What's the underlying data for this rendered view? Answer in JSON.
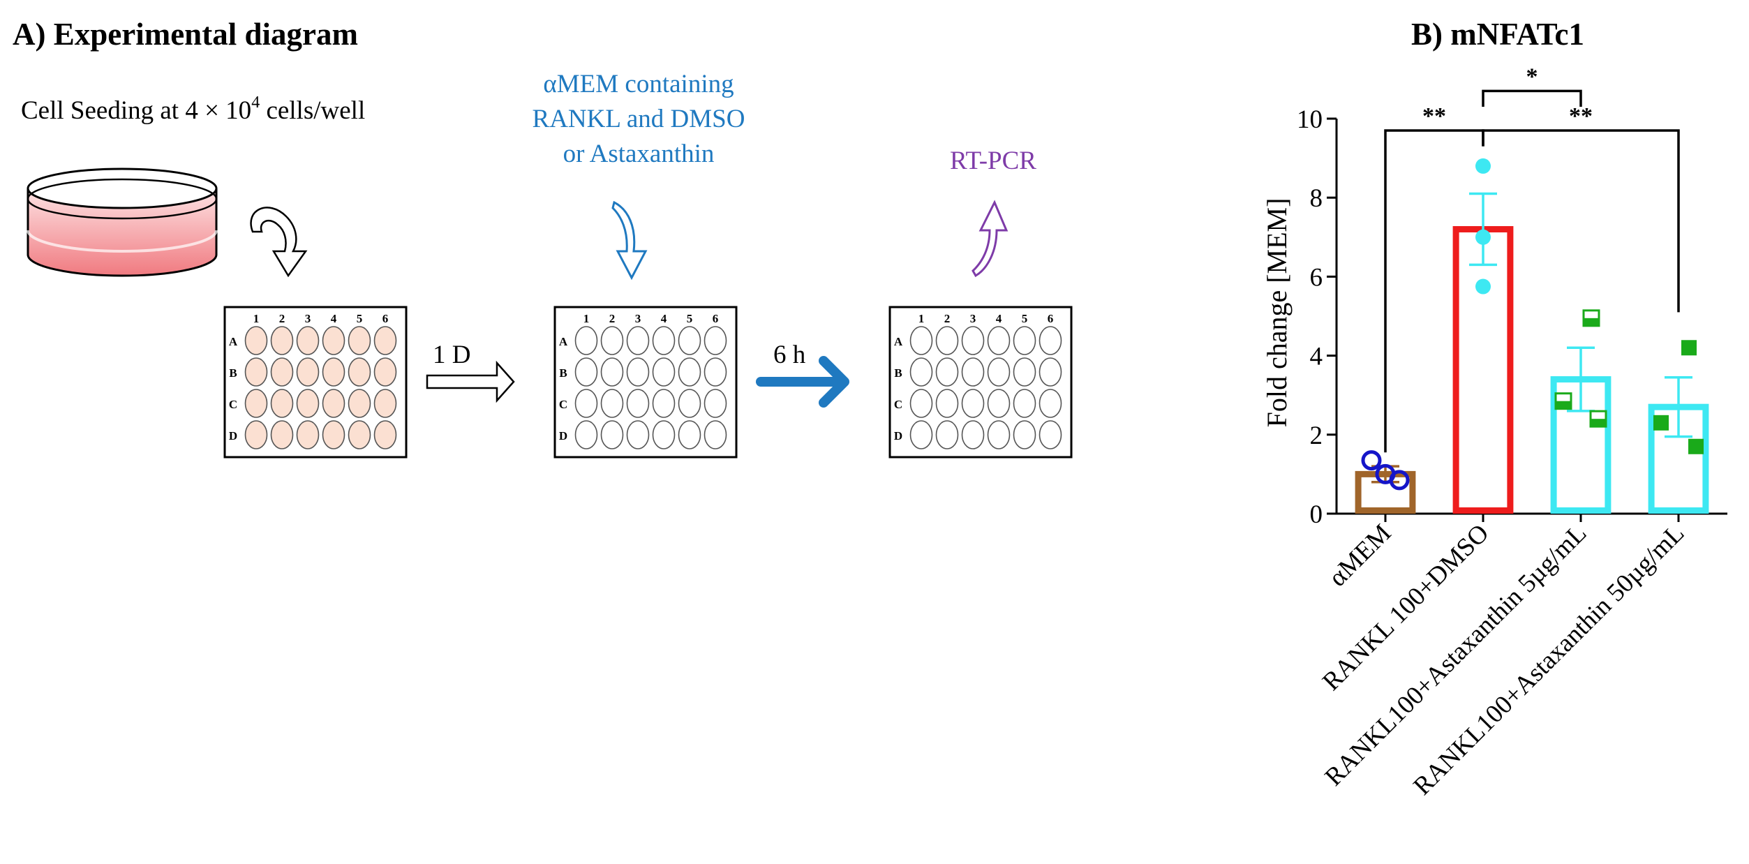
{
  "panel_a": {
    "title": "A) Experimental diagram",
    "seeding_text": "Cell Seeding at 4 × 10",
    "seeding_exp": "4",
    "seeding_tail": " cells/well",
    "treatment_lines": [
      "αMEM containing",
      "RANKL and  DMSO",
      "or Astaxanthin"
    ],
    "step1_label": "1 D",
    "step2_label": "6 h",
    "readout_label": "RT-PCR",
    "plate_columns": [
      "1",
      "2",
      "3",
      "4",
      "5",
      "6"
    ],
    "plate_rows": [
      "A",
      "B",
      "C",
      "D"
    ],
    "colors": {
      "dish_medium": "#f07a80",
      "seeded_well": "#fbe0d2",
      "empty_well": "#ffffff",
      "treatment_text": "#1f79c0",
      "readout_text": "#7e3ba8"
    }
  },
  "chart_data": {
    "type": "bar",
    "title": "B) mNFATc1",
    "ylabel": "Fold change [MEM]",
    "xlabel": "",
    "ylim": [
      0,
      10
    ],
    "yticks": [
      0,
      2,
      4,
      6,
      8,
      10
    ],
    "ytick_labels": [
      "0",
      "2",
      "4",
      "6",
      "8",
      "10"
    ],
    "grid": false,
    "categories": [
      "αMEM",
      "RANKL 100+DMSO",
      "RANKL100+Astaxanthin 5µg/mL",
      "RANKL100+Astaxanthin 50µg/mL"
    ],
    "values": [
      1.0,
      7.2,
      3.4,
      2.7
    ],
    "sem": [
      0.2,
      0.9,
      0.8,
      0.75
    ],
    "bar_colors": [
      "#a0652a",
      "#ee1c1c",
      "#3de8f2",
      "#3de8f2"
    ],
    "error_colors": [
      "#a0652a",
      "#3de8f2",
      "#3de8f2",
      "#3de8f2"
    ],
    "points": [
      [
        {
          "y": 1.0,
          "marker": "circle-open",
          "color": "#1515c8"
        },
        {
          "y": 1.35,
          "marker": "circle-open",
          "color": "#1515c8"
        },
        {
          "y": 0.85,
          "marker": "circle-open",
          "color": "#1515c8"
        }
      ],
      [
        {
          "y": 8.8,
          "marker": "circle",
          "color": "#3de8f2"
        },
        {
          "y": 7.0,
          "marker": "circle",
          "color": "#3de8f2"
        },
        {
          "y": 5.75,
          "marker": "circle",
          "color": "#3de8f2"
        }
      ],
      [
        {
          "y": 4.95,
          "marker": "square-half",
          "color": "#1aaa1a"
        },
        {
          "y": 2.85,
          "marker": "square-half",
          "color": "#1aaa1a"
        },
        {
          "y": 2.4,
          "marker": "square-half",
          "color": "#1aaa1a"
        }
      ],
      [
        {
          "y": 4.2,
          "marker": "square",
          "color": "#1aaa1a"
        },
        {
          "y": 2.3,
          "marker": "square",
          "color": "#1aaa1a"
        },
        {
          "y": 1.7,
          "marker": "square",
          "color": "#1aaa1a"
        }
      ]
    ],
    "significance": [
      {
        "from": 0,
        "to": 1,
        "label": "**",
        "y": 9.7,
        "from_y": 1.55,
        "to_y": 9.3
      },
      {
        "from": 1,
        "to": 2,
        "label": "*",
        "y": 10.7,
        "from_y": 10.3,
        "to_y": 10.3
      },
      {
        "from": 1,
        "to": 3,
        "label": "**",
        "y": 9.7,
        "from_y": 9.3,
        "to_y": 5.1
      }
    ]
  }
}
